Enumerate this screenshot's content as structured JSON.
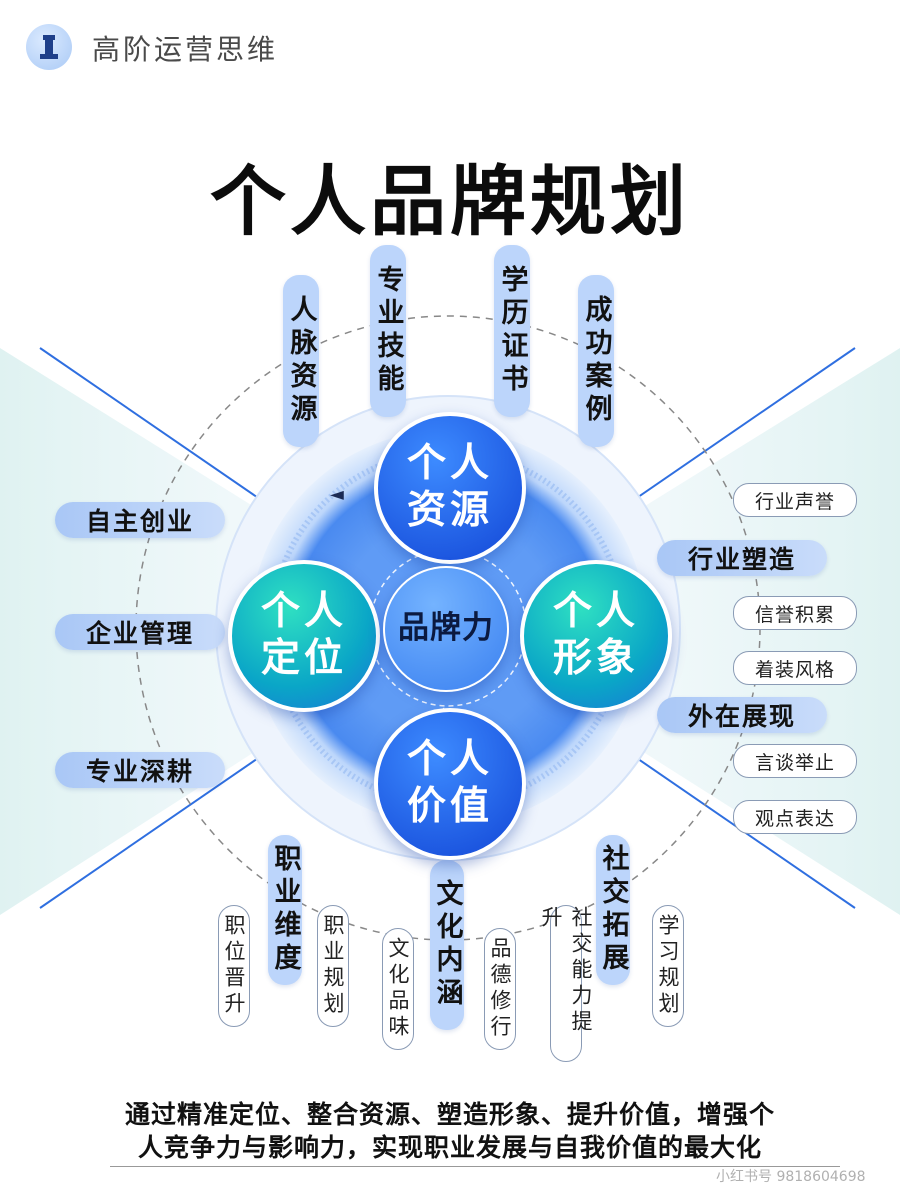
{
  "header": {
    "brand_name": "高阶运营思维"
  },
  "title": "个人品牌规划",
  "center": {
    "label": "品牌力"
  },
  "core_nodes": {
    "resources": "个人\n资源",
    "position": "个人\n定位",
    "image": "个人\n形象",
    "value": "个人\n价值"
  },
  "top_pills": [
    "人脉资源",
    "专业技能",
    "学历证书",
    "成功案例"
  ],
  "left_pills": [
    "自主创业",
    "企业管理",
    "专业深耕"
  ],
  "right": {
    "industry_reputation": "行业声誉",
    "industry_shaping": "行业塑造",
    "credit_accumulation": "信誉积累",
    "dress_style": "着装风格",
    "external_presentation": "外在展现",
    "speech_manner": "言谈举止",
    "viewpoint_expression": "观点表达"
  },
  "bottom": {
    "career_dimension": "职业维度",
    "job_promotion": "职位晋升",
    "career_planning": "职业规划",
    "cultural_connotation": "文化内涵",
    "cultural_taste": "文化品味",
    "moral_cultivation": "品德修行",
    "social_expansion": "社交拓展",
    "social_ability": "社交能力提升",
    "study_planning": "学习规划"
  },
  "footer": {
    "line1": "通过精准定位、整合资源、塑造形象、提升价值，增强个",
    "line2": "人竞争力与影响力，实现职业发展与自我价值的最大化"
  },
  "watermark": "小红书号 9818604698",
  "colors": {
    "primary_blue": "#1246d6",
    "teal": "#0aa6c7",
    "pill_blue": "#bcd5fb"
  }
}
